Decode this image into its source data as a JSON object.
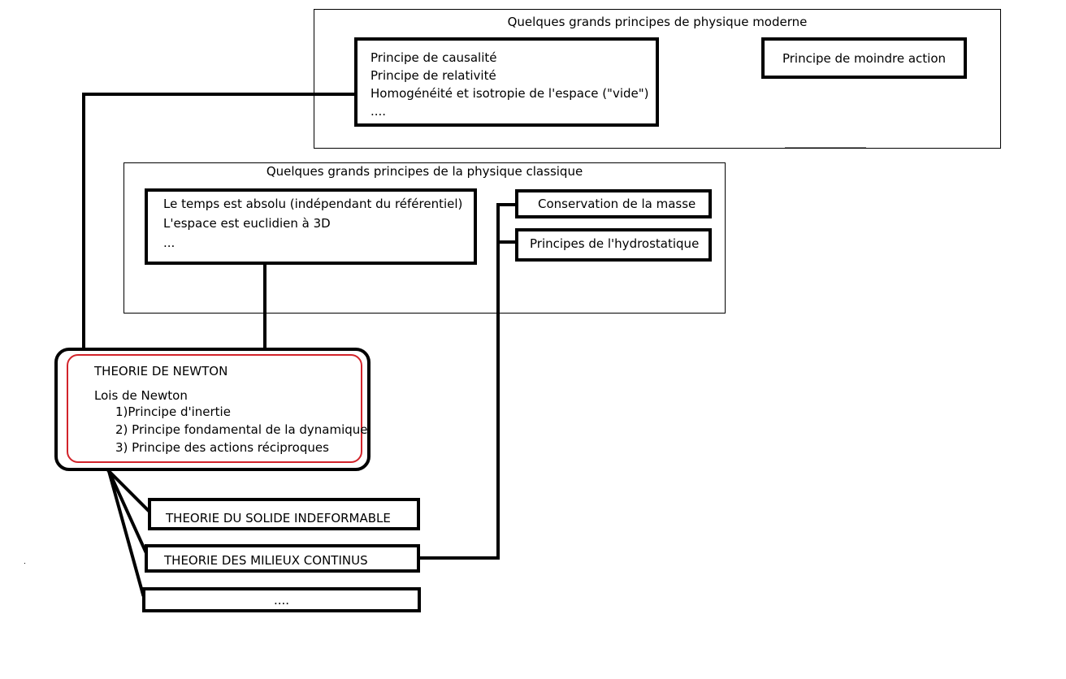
{
  "modern": {
    "title": "Quelques grands principes de physique moderne",
    "principles": [
      "Principe de causalité",
      "Principe de relativité",
      "Homogénéité et isotropie de l'espace (\"vide\")",
      "...."
    ],
    "least_action": "Principe de moindre action"
  },
  "classical": {
    "title": "Quelques grands principes de la physique classique",
    "principles": [
      "Le temps est absolu (indépendant du référentiel)",
      "L'espace est euclidien à 3D",
      "..."
    ],
    "mass_conservation": "Conservation de la masse",
    "hydrostatics": "Principes de l'hydrostatique"
  },
  "newton": {
    "title": "THEORIE DE NEWTON",
    "laws_heading": "Lois de Newton",
    "laws": [
      "1)Principe d'inertie",
      "2) Principe fondamental de la dynamique",
      "3) Principe des actions réciproques"
    ]
  },
  "theories": {
    "rigid_solid": "THEORIE DU SOLIDE INDEFORMABLE",
    "continuous_media": "THEORIE DES MILIEUX CONTINUS",
    "more": "...."
  }
}
